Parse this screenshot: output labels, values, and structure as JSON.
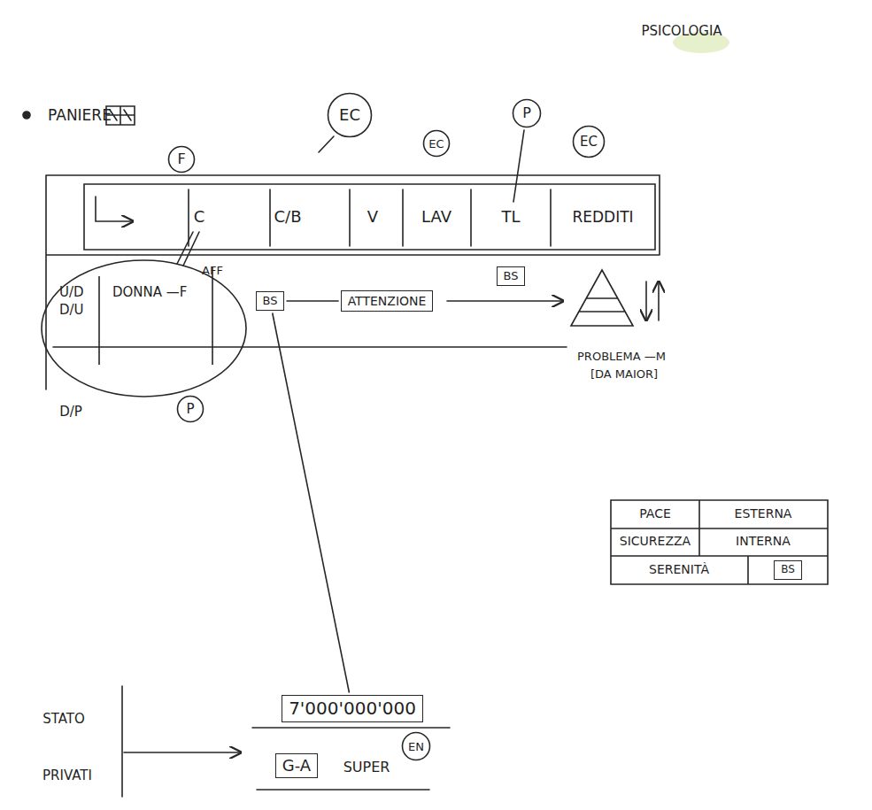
{
  "diagram": {
    "nodes": [
      {
        "text": [
          "EC"
        ]
      },
      {
        "text": [
          "F"
        ]
      },
      {
        "text": [
          "EC"
        ]
      },
      {
        "text": [
          "P"
        ]
      },
      {
        "text": [
          "EC"
        ]
      },
      {
        "text": [
          "BS"
        ]
      },
      {
        "text": [
          "U/D D/U",
          "DONNA —F"
        ]
      },
      {
        "text": [
          "BS"
        ]
      },
      {
        "text": [
          "ATTENZIONE"
        ]
      },
      {
        "text": [
          "P"
        ]
      },
      {
        "text": [
          "BS"
        ]
      },
      {
        "text": [
          "7'000'000'000"
        ]
      },
      {
        "text": [
          "G-A"
        ]
      },
      {
        "text": [
          "EN"
        ]
      }
    ],
    "edges": [
      {
        "from": 7,
        "to": 8,
        "arrow": "none"
      },
      {
        "from": 11,
        "to": 7,
        "arrow": "none"
      }
    ],
    "labels": [
      "PSICOLOGIA",
      "PANIERE",
      "C",
      "C/B",
      "V",
      "LAV",
      "TL",
      "REDDITI",
      "AFF",
      "PROBLEMA —M",
      "[DA MAIOR]",
      "D/P",
      "PACE",
      "ESTERNA",
      "SICUREZZA",
      "INTERNA",
      "SERENITÀ",
      "STATO",
      "PRIVATI",
      "SUPER"
    ]
  }
}
